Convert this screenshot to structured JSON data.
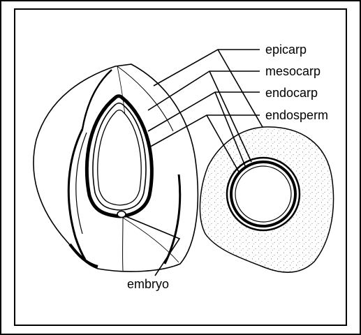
{
  "labels": {
    "epicarp": "epicarp",
    "mesocarp": "mesocarp",
    "endocarp": "endocarp",
    "endosperm": "endosperm",
    "embryo": "embryo"
  },
  "colors": {
    "ink": "#000000",
    "paper": "#ffffff",
    "stipple": "#555555"
  }
}
